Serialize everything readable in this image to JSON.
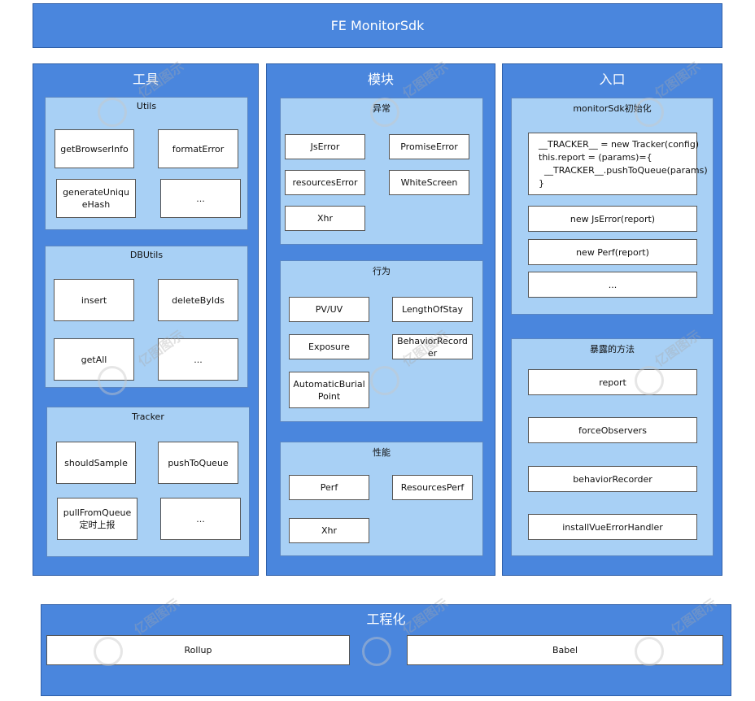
{
  "header": {
    "title": "FE MonitorSdk"
  },
  "tools": {
    "title": "工具",
    "utils": {
      "title": "Utils",
      "items": [
        "getBrowserInfo",
        "formatError",
        "generateUniqueHash",
        "..."
      ]
    },
    "dbutils": {
      "title": "DBUtils",
      "items": [
        "insert",
        "deleteByIds",
        "getAll",
        "..."
      ]
    },
    "tracker": {
      "title": "Tracker",
      "items": [
        "shouldSample",
        "pushToQueue",
        "pullFromQueue定时上报",
        "..."
      ]
    }
  },
  "modules": {
    "title": "模块",
    "exception": {
      "title": "异常",
      "items": [
        "JsError",
        "PromiseError",
        "resourcesError",
        "WhiteScreen",
        "Xhr"
      ]
    },
    "behavior": {
      "title": "行为",
      "items": [
        "PV/UV",
        "LengthOfStay",
        "Exposure",
        "BehaviorRecorder",
        "AutomaticBurialPoint"
      ]
    },
    "performance": {
      "title": "性能",
      "items": [
        "Perf",
        "ResourcesPerf",
        "Xhr"
      ]
    }
  },
  "entry": {
    "title": "入口",
    "init": {
      "title": "monitorSdk初始化",
      "code": "__TRACKER__ = new Tracker(config)\nthis.report = (params)={\n  __TRACKER__.pushToQueue(params)\n}",
      "items": [
        "new JsError(report)",
        "new Perf(report)",
        "..."
      ]
    },
    "methods": {
      "title": "暴露的方法",
      "items": [
        "report",
        "forceObservers",
        "behaviorRecorder",
        "installVueErrorHandler"
      ]
    }
  },
  "engineering": {
    "title": "工程化",
    "items": [
      "Rollup",
      "Babel"
    ]
  },
  "watermark": {
    "text": "亿图图示"
  }
}
